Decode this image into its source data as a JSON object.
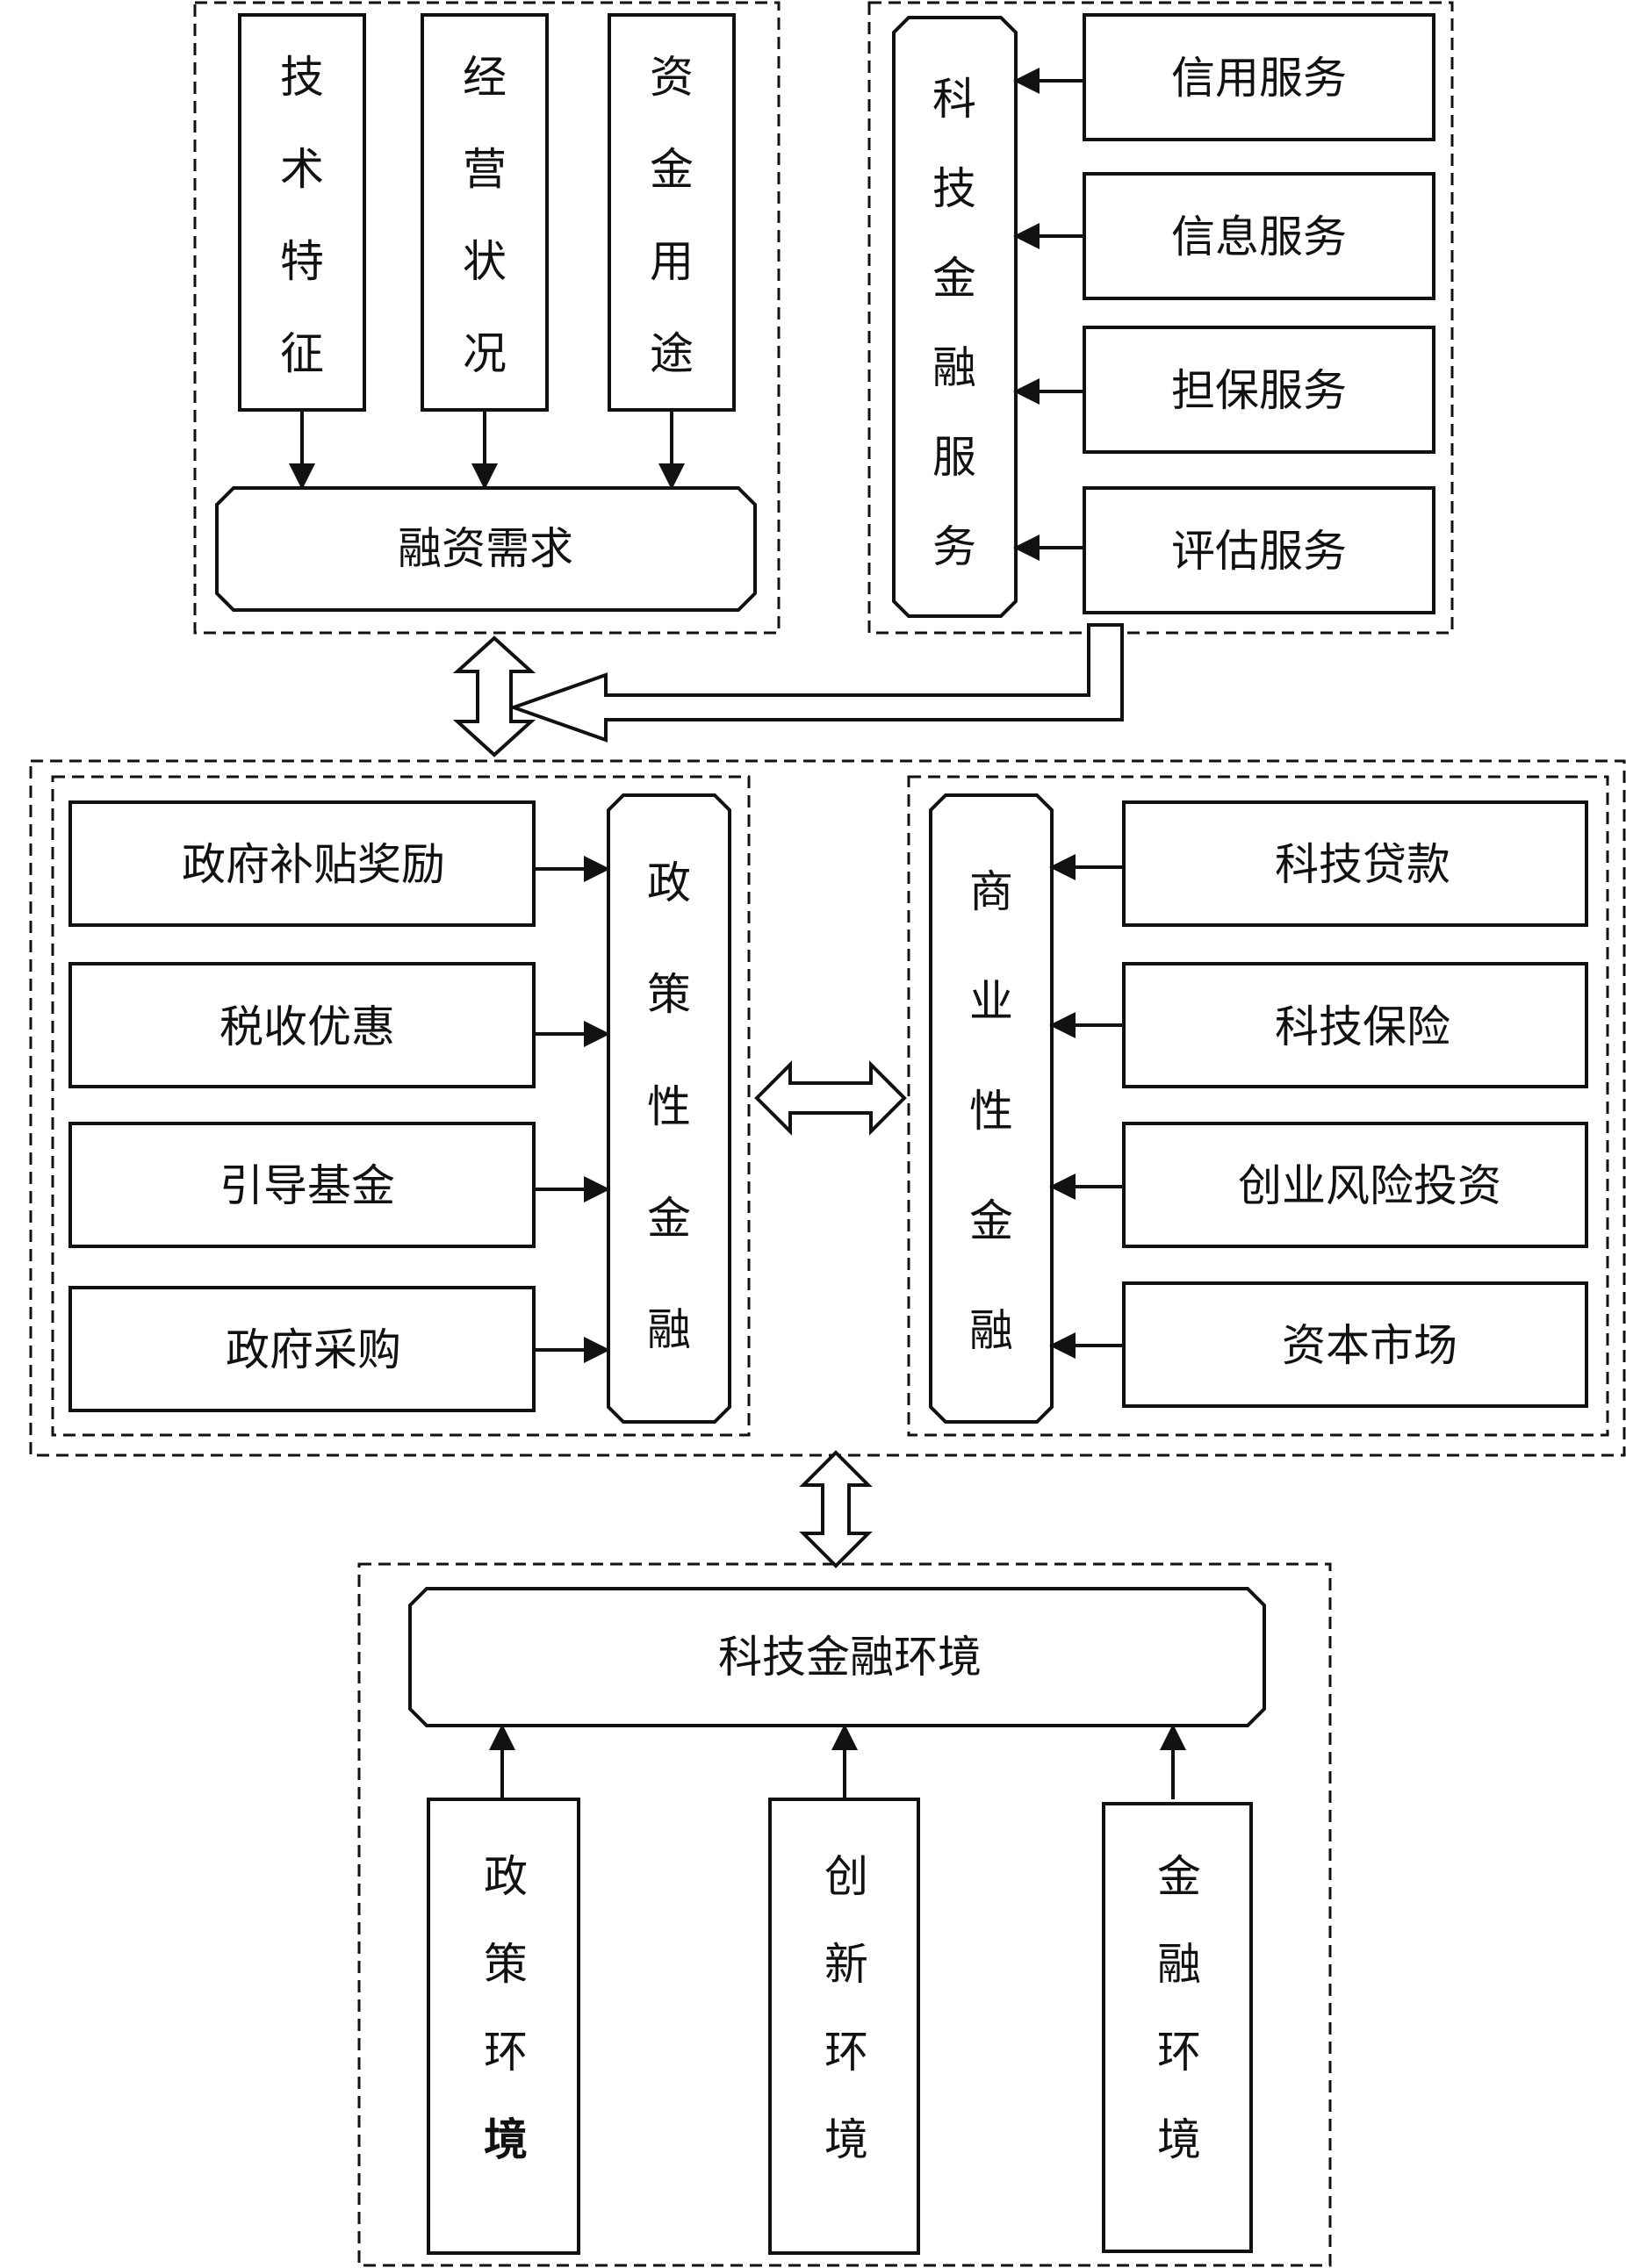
{
  "financing_demand": {
    "factors": [
      [
        "技",
        "术",
        "特",
        "征"
      ],
      [
        "经",
        "营",
        "状",
        "况"
      ],
      [
        "资",
        "金",
        "用",
        "途"
      ]
    ],
    "demand_label": "融资需求"
  },
  "tech_finance_services": {
    "column": [
      "科",
      "技",
      "金",
      "融",
      "服",
      "务"
    ],
    "services": [
      "信用服务",
      "信息服务",
      "担保服务",
      "评估服务"
    ]
  },
  "policy_finance": {
    "items": [
      "政府补贴奖励",
      "税收优惠",
      "引导基金",
      "政府采购"
    ],
    "column": [
      "政",
      "策",
      "性",
      "金",
      "融"
    ]
  },
  "commercial_finance": {
    "column": [
      "商",
      "业",
      "性",
      "金",
      "融"
    ],
    "items": [
      "科技贷款",
      "科技保险",
      "创业风险投资",
      "资本市场"
    ]
  },
  "environment": {
    "label": "科技金融环境",
    "sources": [
      [
        "政",
        "策",
        "环",
        "境"
      ],
      [
        "创",
        "新",
        "环",
        "境"
      ],
      [
        "金",
        "融",
        "环",
        "境"
      ]
    ]
  }
}
